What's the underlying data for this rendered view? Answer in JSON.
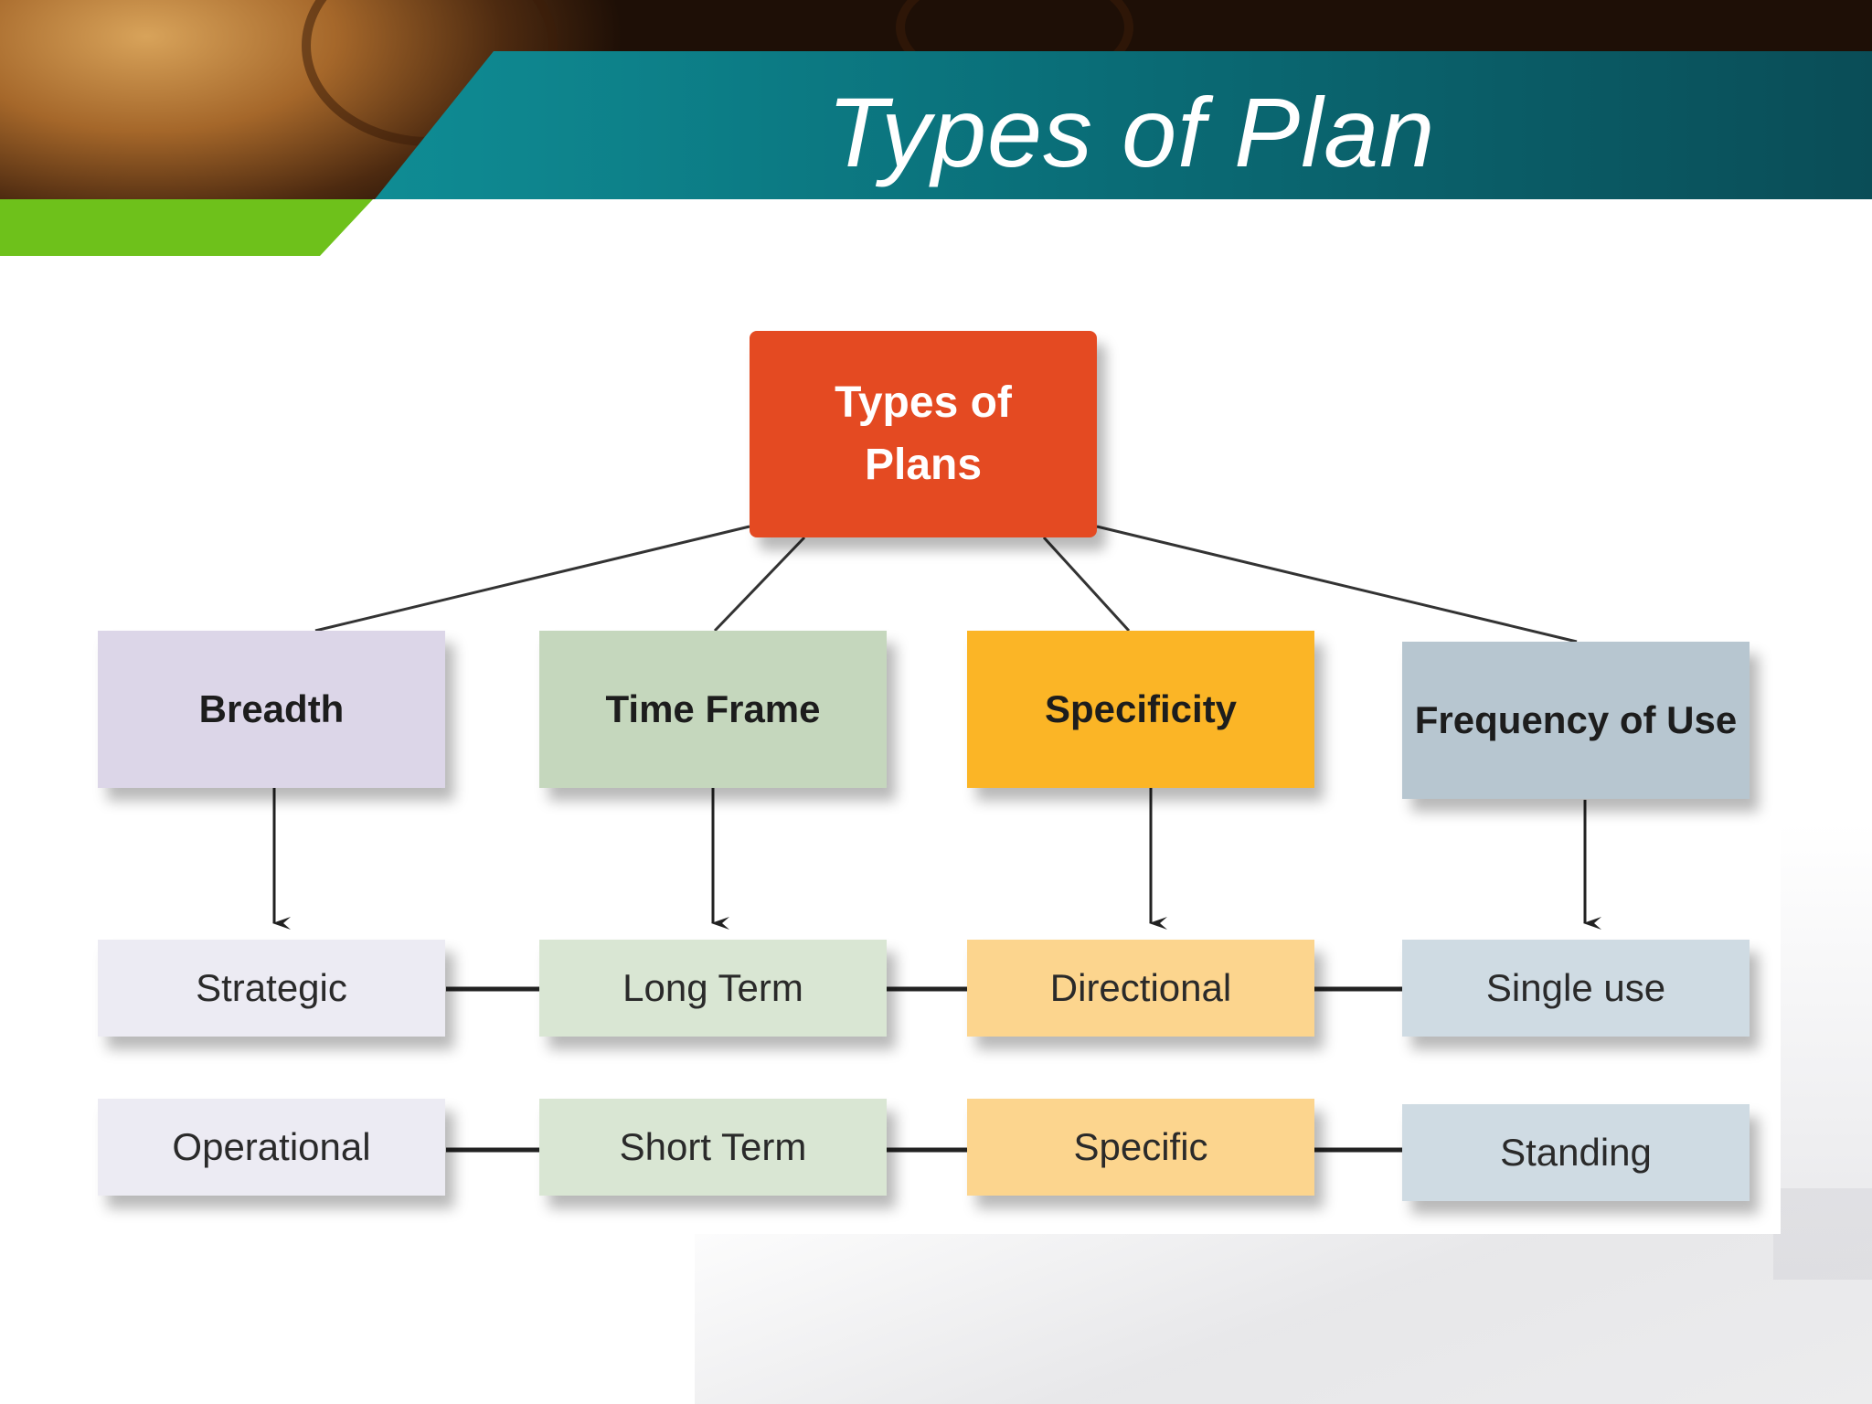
{
  "slide": {
    "title": "Types of Plan"
  },
  "diagram": {
    "root": {
      "line1": "Types of",
      "line2": "Plans",
      "color": "#e44a22"
    },
    "categories": [
      {
        "label": "Breadth",
        "color": "#dcd6e8",
        "sub_color": "#ecebf3",
        "items": [
          "Strategic",
          "Operational"
        ]
      },
      {
        "label": "Time Frame",
        "color": "#c5d7bd",
        "sub_color": "#d9e6d3",
        "items": [
          "Long Term",
          "Short Term"
        ]
      },
      {
        "label": "Specificity",
        "color": "#fbb526",
        "sub_color": "#fcd58e",
        "items": [
          "Directional",
          "Specific"
        ]
      },
      {
        "label": "Frequency of Use",
        "color": "#b7c6d0",
        "sub_color": "#cfdbe3",
        "items": [
          "Single use",
          "Standing"
        ]
      }
    ]
  },
  "header": {
    "teal_color": "#0a6f79",
    "green_color": "#6ec11b"
  }
}
